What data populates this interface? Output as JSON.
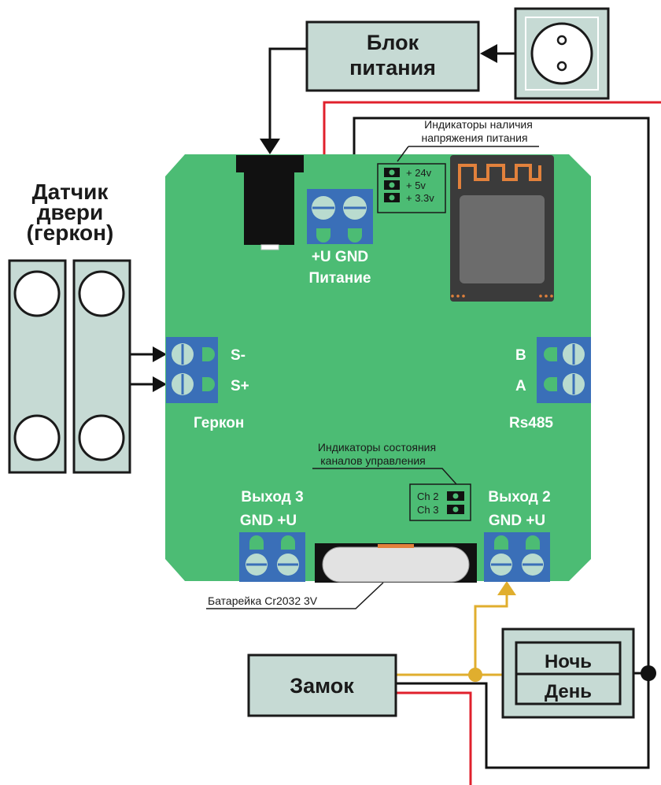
{
  "colors": {
    "board": "#4cbc74",
    "board_edge": "#3fa865",
    "box_fill": "#c6dad4",
    "box_stroke": "#1a1a1a",
    "terminal_blue": "#3a6fb8",
    "terminal_screw": "#b9dbcf",
    "wire_red": "#e0202c",
    "wire_black": "#111111",
    "wire_gold": "#e0ae2e",
    "wifi_module": "#3b3b3b",
    "wifi_antenna": "#e2813c"
  },
  "labels": {
    "power_supply": [
      "Блок",
      "питания"
    ],
    "sensor_title": [
      "Датчик",
      "двери",
      "(геркон)"
    ],
    "power_indicators": [
      "Индикаторы наличия",
      "напряжения питания"
    ],
    "led_24v": "+ 24v",
    "led_5v": "+ 5v",
    "led_33v": "+ 3.3v",
    "power_pins": "+U GND",
    "power_caption": "Питание",
    "s_minus": "S-",
    "s_plus": "S+",
    "reed_caption": "Геркон",
    "rs_b": "B",
    "rs_a": "A",
    "rs_caption": "Rs485",
    "channel_indicators": [
      "Индикаторы состояния",
      "каналов управления"
    ],
    "ch2": "Ch 2",
    "ch3": "Ch 3",
    "out3_title": "Выход 3",
    "out3_pins": "GND +U",
    "out2_title": "Выход 2",
    "out2_pins": "GND +U",
    "battery": "Батарейка Cr2032 3V",
    "lock": "Замок",
    "night": "Ночь",
    "day": "День"
  },
  "icons": {
    "socket": "socket-icon",
    "wifi": "wifi-module-icon",
    "antenna": "antenna-icon"
  }
}
